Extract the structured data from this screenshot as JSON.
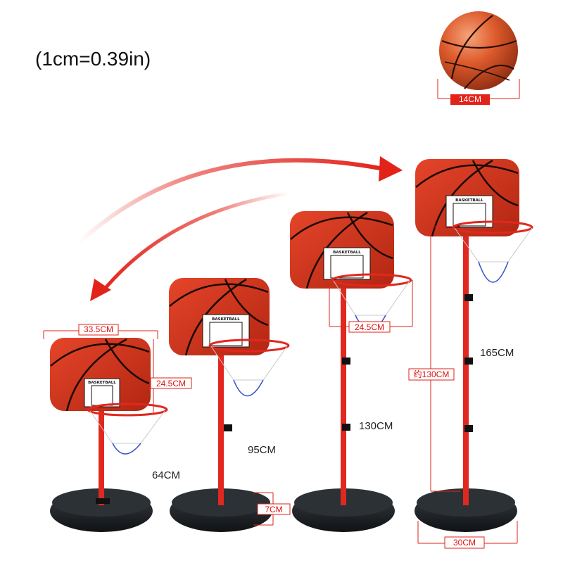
{
  "unit_note": "(1cm=0.39in)",
  "ball": {
    "diameter_label": "14CM"
  },
  "board": {
    "text": "BASKETBALL",
    "width_label": "33.5CM",
    "height_label": "24.5CM",
    "rim_label": "24.5CM"
  },
  "hoops": [
    {
      "height_label": "64CM"
    },
    {
      "height_label": "95CM"
    },
    {
      "height_label": "130CM"
    },
    {
      "height_label": "165CM",
      "approx_label": "约130CM"
    }
  ],
  "base": {
    "height_label": "7CM",
    "width_label": "30CM"
  },
  "colors": {
    "accent": "#e2231a",
    "pole": "#e0281f",
    "base": "#1e2226",
    "board": "#c8321c"
  }
}
